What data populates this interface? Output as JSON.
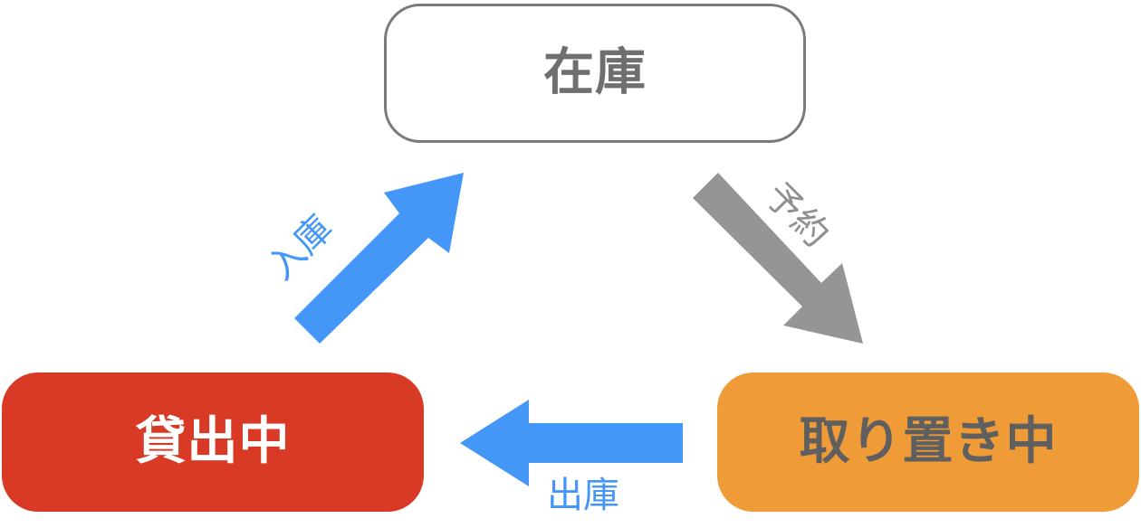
{
  "nodes": {
    "stock": {
      "label": "在庫"
    },
    "lent": {
      "label": "貸出中"
    },
    "held": {
      "label": "取り置き中"
    }
  },
  "edges": {
    "reserve": {
      "label": "予約"
    },
    "outbound": {
      "label": "出庫"
    },
    "inbound": {
      "label": "入庫"
    }
  },
  "colors": {
    "stock_border": "#7a7a7a",
    "stock_text": "#6f6f6f",
    "lent_fill": "#d93a26",
    "held_fill": "#ee9b38",
    "blue_arrow": "#4597f7",
    "gray_arrow": "#959595",
    "reserve_text": "#909090",
    "blue_text": "#4597f7"
  }
}
